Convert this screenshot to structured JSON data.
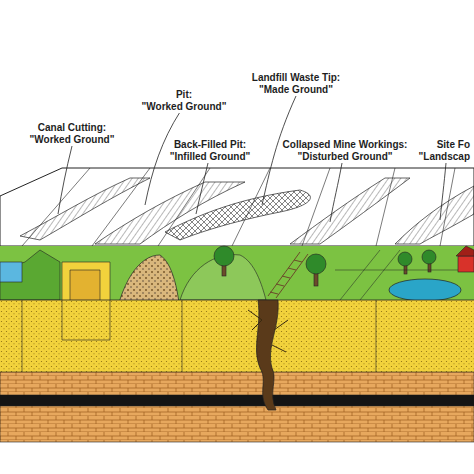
{
  "diagram": {
    "labels": [
      "Landfill Waste Tip:",
      "\"Made Ground\"",
      "Pit:",
      "\"Worked Ground\"",
      "Canal Cutting:",
      "\"Worked Ground\"",
      "Back-Filled Pit:",
      "\"Infilled Ground\"",
      "Collapsed Mine Workings:",
      "\"Disturbed Ground\"",
      "Site Fo",
      "\"Landscap"
    ]
  }
}
